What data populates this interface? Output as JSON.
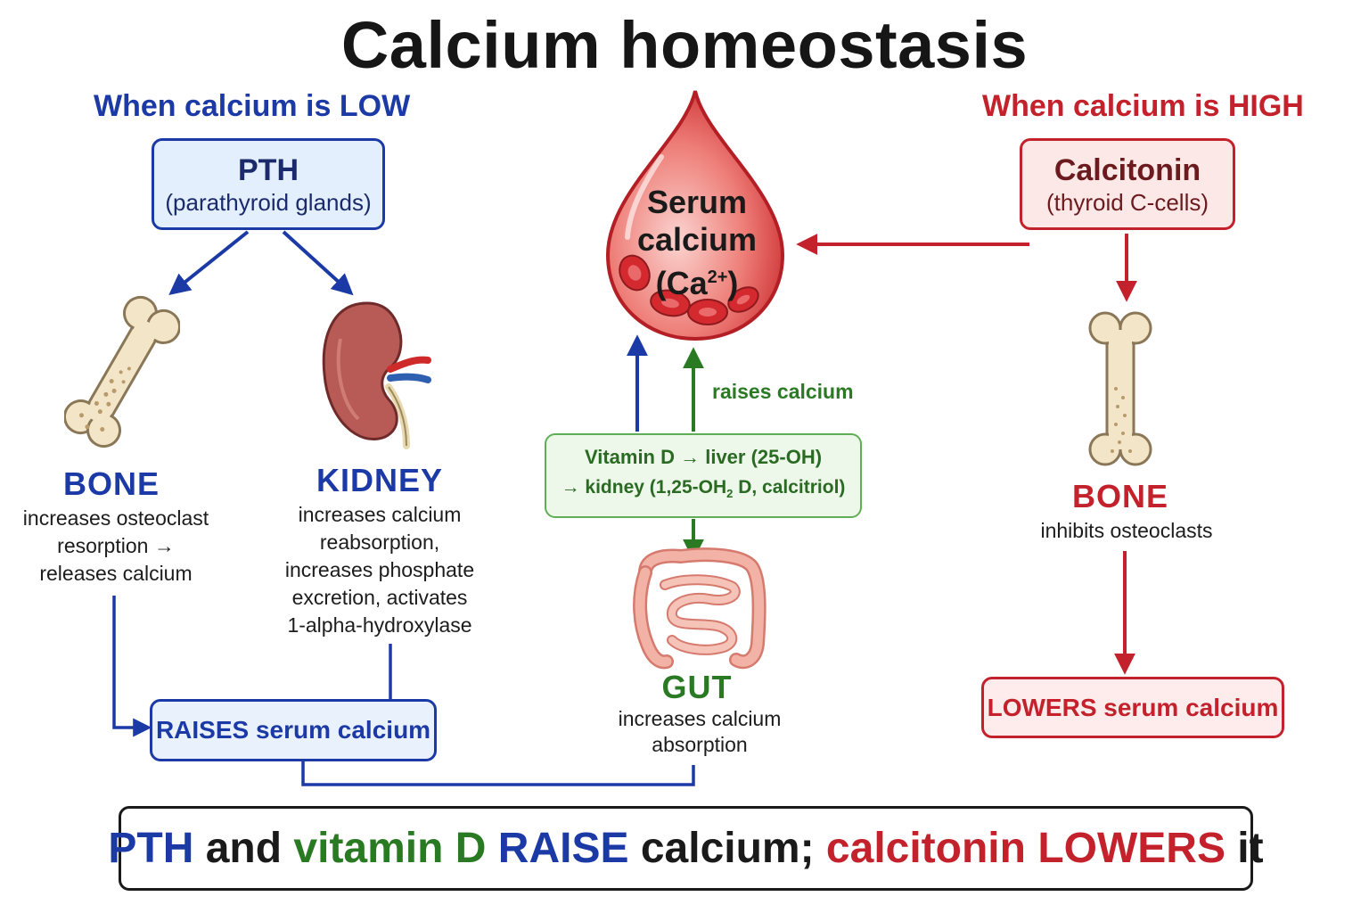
{
  "title": "Calcium homeostasis",
  "colors": {
    "low": "#1b3aa6",
    "high": "#c3212b",
    "vitd": "#2a7a24",
    "text": "#1c1c1c"
  },
  "low": {
    "heading": "When calcium is LOW",
    "hormone": {
      "name": "PTH",
      "source": "(parathyroid glands)"
    },
    "bone": {
      "label": "BONE",
      "lines": [
        "increases osteoclast",
        "resorption →",
        "releases calcium"
      ]
    },
    "kidney": {
      "label": "KIDNEY",
      "lines": [
        "increases calcium",
        "reabsorption,",
        "increases phosphate",
        "excretion, activates",
        "1-alpha-hydroxylase"
      ]
    },
    "result": {
      "bold": "RAISES",
      "rest": " serum calcium"
    }
  },
  "center": {
    "drop": {
      "line1": "Serum",
      "line2": "calcium",
      "line3_prefix": "(Ca",
      "line3_sup": "2+",
      "line3_suffix": ")"
    },
    "raises_label": "raises calcium",
    "vitamin_d": {
      "line1": "Vitamin D → liver (25-OH)",
      "line2_prefix": "→ kidney (1,25-OH",
      "line2_sub": "2",
      "line2_suffix": " D, calcitriol)"
    },
    "gut": {
      "label": "GUT",
      "lines": [
        "increases calcium",
        "absorption"
      ]
    }
  },
  "high": {
    "heading": "When calcium is HIGH",
    "hormone": {
      "name": "Calcitonin",
      "source": "(thyroid C-cells)"
    },
    "bone": {
      "label": "BONE",
      "lines": [
        "inhibits osteoclasts"
      ]
    },
    "result": {
      "bold": "LOWERS",
      "rest": " serum calcium"
    }
  },
  "summary": {
    "parts": [
      "PTH",
      " and ",
      "vitamin D",
      " ",
      "RAISE",
      " calcium; ",
      "calcitonin",
      " ",
      "LOWERS",
      " it"
    ]
  },
  "icons": [
    "bone-icon",
    "kidney-icon",
    "blood-drop-icon",
    "intestine-icon"
  ]
}
